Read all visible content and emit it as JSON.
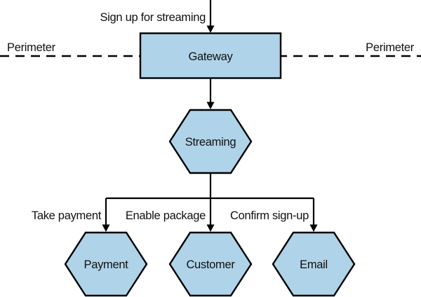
{
  "diagram": {
    "colors": {
      "node_fill": "#afd3e9",
      "node_stroke": "#000000",
      "line": "#000000",
      "text": "#111111",
      "background": "#ffffff"
    },
    "perimeter": {
      "left_label": "Perimeter",
      "right_label": "Perimeter"
    },
    "nodes": {
      "gateway": {
        "label": "Gateway",
        "shape": "rectangle"
      },
      "streaming": {
        "label": "Streaming",
        "shape": "hexagon"
      },
      "payment": {
        "label": "Payment",
        "shape": "hexagon"
      },
      "customer": {
        "label": "Customer",
        "shape": "hexagon"
      },
      "email": {
        "label": "Email",
        "shape": "hexagon"
      }
    },
    "edges": {
      "signup_label": "Sign up for streaming",
      "take_payment_label": "Take payment",
      "enable_package_label": "Enable package",
      "confirm_signup_label": "Confirm sign-up"
    }
  }
}
